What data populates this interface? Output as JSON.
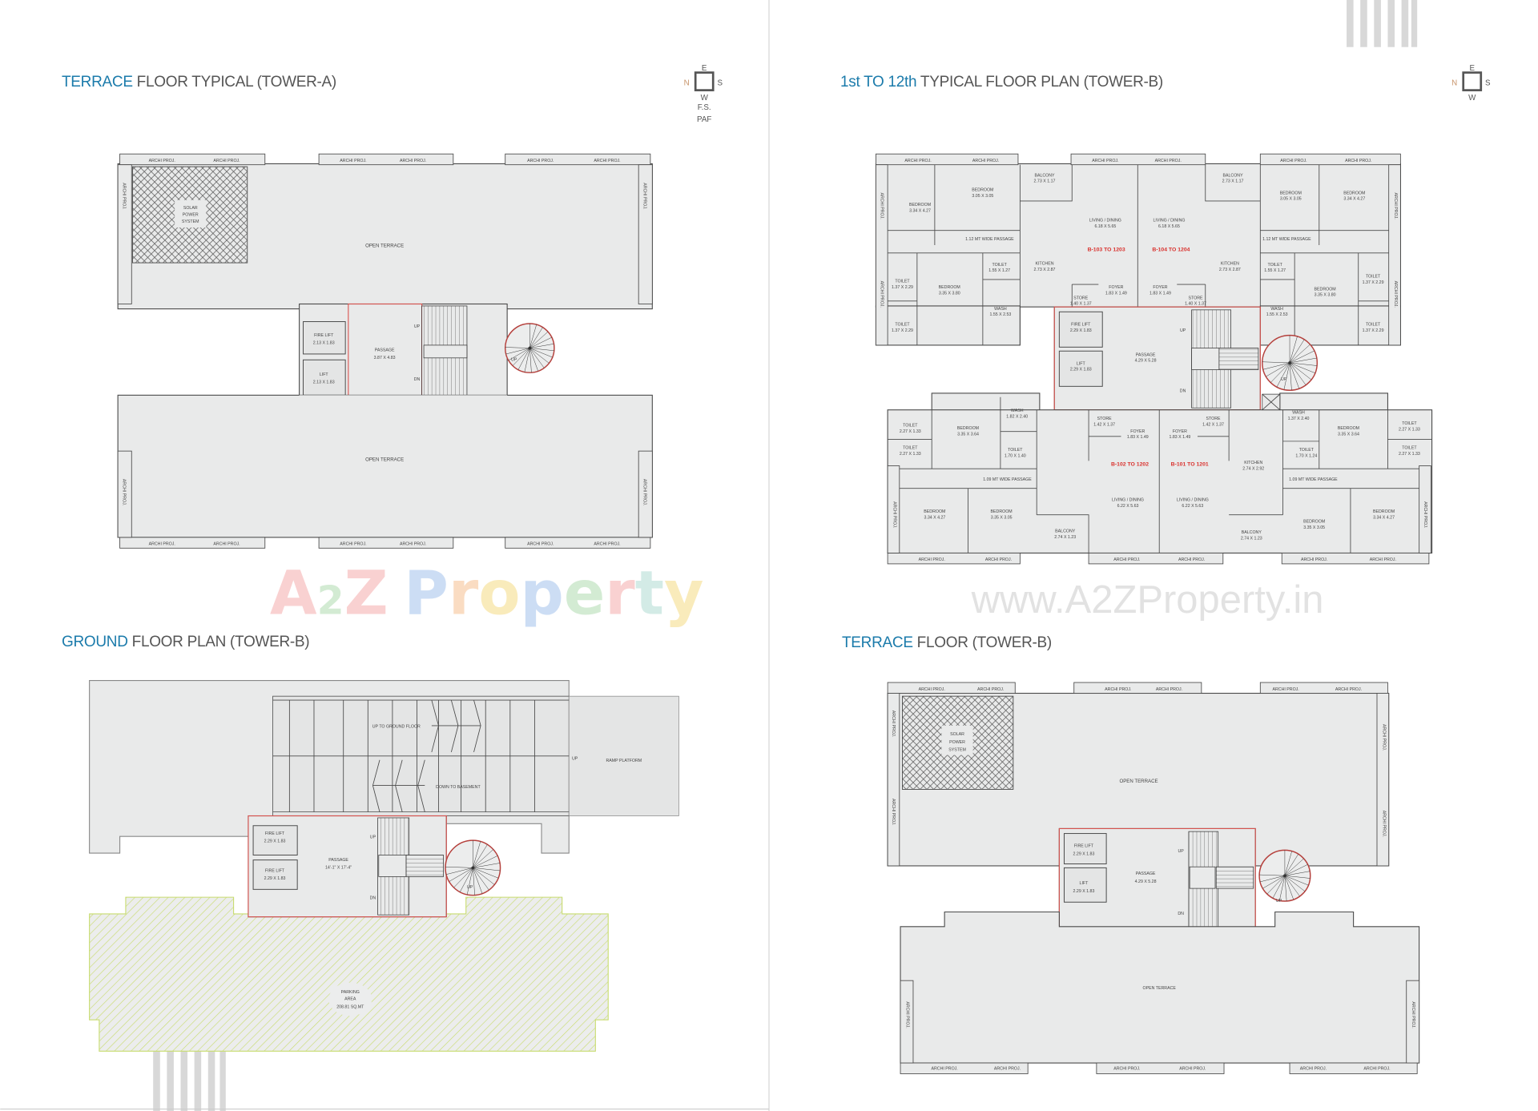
{
  "common": {
    "archi_proj": "ARCHI PROJ.",
    "up": "UP",
    "dn": "DN",
    "open_terrace": "OPEN TERRACE",
    "solar": [
      "SOLAR",
      "POWER",
      "SYSTEM"
    ],
    "fire_lift": "FIRE LIFT",
    "lift": "LIFT",
    "passage": "PASSAGE",
    "colors": {
      "title_highlight": "#1b7bab",
      "title_text": "#555555",
      "core_outline": "#d9534f",
      "unit_label": "#d9302c",
      "parking_hatch": "#c8dc6e",
      "compass_north": "#c8946a"
    }
  },
  "compass": {
    "n": "N",
    "e": "E",
    "s": "S",
    "w": "W",
    "note1": "F.S.",
    "note2": "PAF"
  },
  "tower_a_terrace": {
    "title_highlight": "TERRACE",
    "title_rest": " FLOOR TYPICAL (TOWER-A)",
    "fire_lift_size": "2.13 X 1.83",
    "lift_size": "2.13 X 1.83",
    "passage_size": "3.87 X 4.83"
  },
  "tower_b_typical": {
    "title_highlight": "1st TO 12th",
    "title_rest": " TYPICAL FLOOR PLAN (TOWER-B)",
    "rooms": [
      {
        "name": "BEDROOM",
        "size": "3.34 X 4.27"
      },
      {
        "name": "BEDROOM",
        "size": "3.05 X 3.05"
      },
      {
        "name": "BALCONY",
        "size": "2.73 X 1.17"
      },
      {
        "name": "LIVING / DINING",
        "size": "6.18 X 5.65"
      },
      {
        "name": "LIVING / DINING",
        "size": "6.18 X 5.65"
      },
      {
        "name": "BALCONY",
        "size": "2.73 X 1.17"
      },
      {
        "name": "BEDROOM",
        "size": "3.05 X 3.05"
      },
      {
        "name": "BEDROOM",
        "size": "3.34 X 4.27"
      },
      {
        "name": "TOILET",
        "size": "1.55 X 1.27"
      },
      {
        "name": "KITCHEN",
        "size": "2.73 X 2.87"
      },
      {
        "name": "KITCHEN",
        "size": "2.73 X 2.87"
      },
      {
        "name": "TOILET",
        "size": "1.55 X 1.27"
      },
      {
        "name": "TOILET",
        "size": "1.37 X 2.29"
      },
      {
        "name": "BEDROOM",
        "size": "3.35 X 3.80"
      },
      {
        "name": "STORE",
        "size": "1.40 X 1.37"
      },
      {
        "name": "FOYER",
        "size": "1.83 X 1.49"
      },
      {
        "name": "FOYER",
        "size": "1.83 X 1.49"
      },
      {
        "name": "STORE",
        "size": "1.40 X 1.37"
      },
      {
        "name": "BEDROOM",
        "size": "3.35 X 3.80"
      },
      {
        "name": "TOILET",
        "size": "1.37 X 2.29"
      },
      {
        "name": "WASH",
        "size": "1.55 X 2.53"
      },
      {
        "name": "WASH",
        "size": "1.55 X 2.53"
      },
      {
        "name": "TOILET",
        "size": "1.37 X 2.29"
      },
      {
        "name": "TOILET",
        "size": "1.37 X 2.29"
      },
      {
        "name": "FIRE LIFT",
        "size": "2.29 X 1.83"
      },
      {
        "name": "LIFT",
        "size": "2.29 X 1.83"
      },
      {
        "name": "PASSAGE",
        "size": "4.29 X 5.28"
      },
      {
        "name": "TOILET",
        "size": "2.27 X 1.33"
      },
      {
        "name": "TOILET",
        "size": "2.27 X 1.33"
      },
      {
        "name": "BEDROOM",
        "size": "3.35 X 3.64"
      },
      {
        "name": "WASH",
        "size": "1.82 X 2.40"
      },
      {
        "name": "TOILET",
        "size": "1.70 X 1.40"
      },
      {
        "name": "STORE",
        "size": "1.42 X 1.37"
      },
      {
        "name": "FOYER",
        "size": "1.83 X 1.49"
      },
      {
        "name": "FOYER",
        "size": "1.83 X 1.49"
      },
      {
        "name": "STORE",
        "size": "1.42 X 1.37"
      },
      {
        "name": "WASH",
        "size": "1.37 X 2.40"
      },
      {
        "name": "BEDROOM",
        "size": "3.35 X 3.64"
      },
      {
        "name": "TOILET",
        "size": "2.27 X 1.33"
      },
      {
        "name": "TOILET",
        "size": "2.27 X 1.33"
      },
      {
        "name": "TOILET",
        "size": "1.70 X 1.24"
      },
      {
        "name": "KITCHEN",
        "size": "2.74 X 2.92"
      },
      {
        "name": "LIVING / DINING",
        "size": "6.22 X 5.63"
      },
      {
        "name": "LIVING / DINING",
        "size": "6.22 X 5.63"
      },
      {
        "name": "BEDROOM",
        "size": "3.34 X 4.27"
      },
      {
        "name": "BEDROOM",
        "size": "3.35 X 3.05"
      },
      {
        "name": "BALCONY",
        "size": "2.74 X 1.23"
      },
      {
        "name": "BALCONY",
        "size": "2.74 X 1.23"
      },
      {
        "name": "BEDROOM",
        "size": "3.35 X 3.05"
      },
      {
        "name": "BEDROOM",
        "size": "3.34 X 4.27"
      }
    ],
    "passages": [
      "1.12 MT WIDE PASSAGE",
      "1.12 MT WIDE PASSAGE",
      "1.09 MT WIDE PASSAGE",
      "1.09 MT WIDE PASSAGE"
    ],
    "units": [
      "B-103 TO 1203",
      "B-104 TO 1204",
      "B-102 TO 1202",
      "B-101 TO 1201"
    ]
  },
  "ground_floor": {
    "title_highlight": "GROUND",
    "title_rest": " FLOOR PLAN (TOWER-B)",
    "up_to_ground": "UP TO GROUND FLOOR",
    "down_to_basement": "DOWN TO BASEMENT",
    "ramp_platform": "RAMP PLATFORM",
    "fire_lift_size": "2.29 X 1.83",
    "passage_size": "14'-1\" X 17'-4\"",
    "parking": [
      "PARKING",
      "AREA",
      "208.81 SQ.MT"
    ]
  },
  "tower_b_terrace": {
    "title_highlight": "TERRACE",
    "title_rest": " FLOOR (TOWER-B)",
    "fire_lift_size": "2.29 X 1.83",
    "lift_size": "2.29 X 1.83",
    "passage_size": "4.29 X 5.28"
  },
  "watermarks": {
    "logo": "A2Z Property",
    "url": "www.A2ZProperty.in"
  }
}
